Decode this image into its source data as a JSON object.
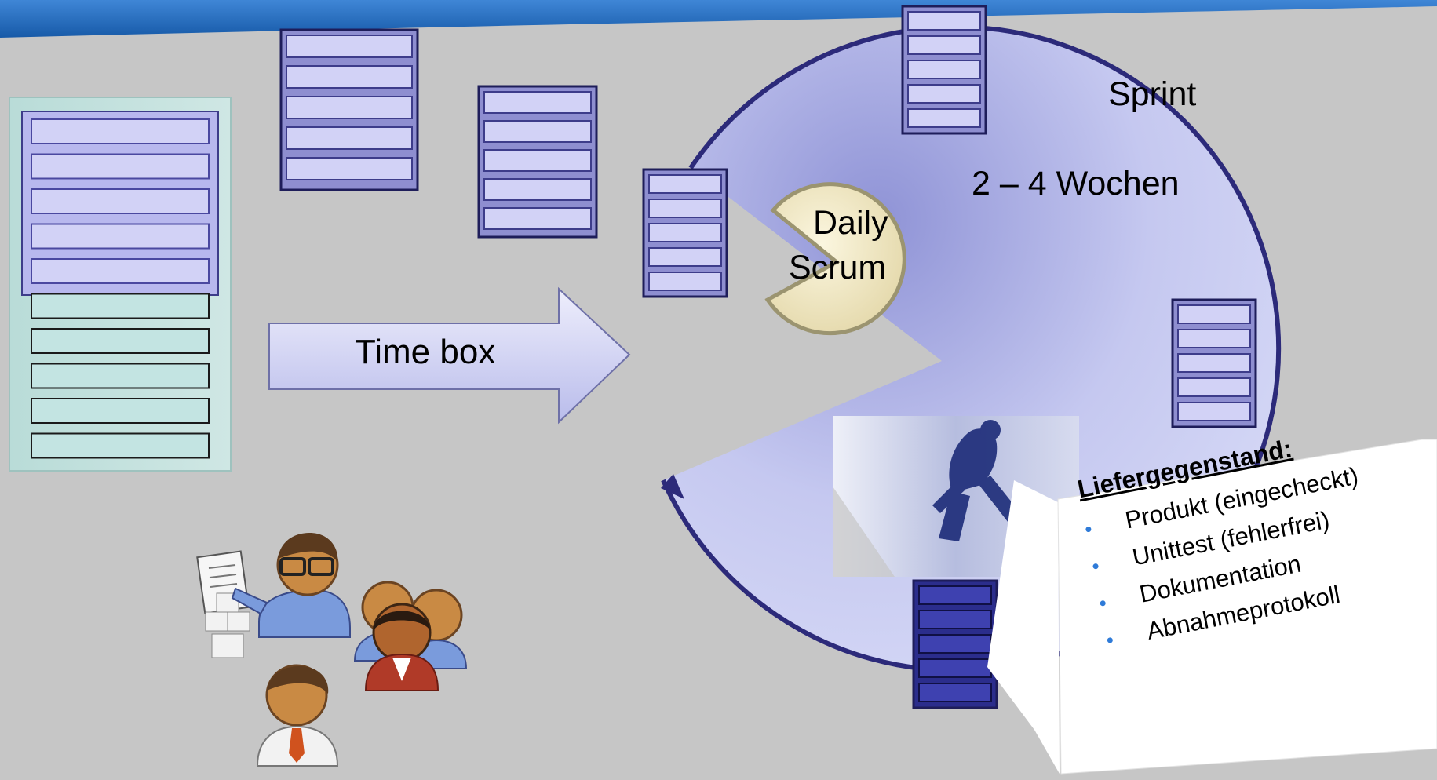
{
  "labels": {
    "sprint": "Sprint",
    "duration": "2 – 4 Wochen",
    "daily_scrum_line1": "Daily",
    "daily_scrum_line2": "Scrum",
    "time_box": "Time box"
  },
  "deliverable": {
    "heading": "Liefergegenstand:",
    "items": [
      "Produkt (eingecheckt)",
      "Unittest (fehlerfrei)",
      "Dokumentation",
      "Abnahmeprotokoll"
    ]
  },
  "backlog": {
    "planned_items": 5,
    "remaining_items": 5
  },
  "colors": {
    "background": "#c6c6c6",
    "header_band": "#1f64b8",
    "cycle_fill": "#c9ccf2",
    "cycle_outline": "#2c2a7a",
    "task_fill": "#c8c8f4",
    "task_border": "#2c2a7a",
    "remaining_fill": "#c3e4e2",
    "daily_scrum_fill": "#f4ecc8",
    "bullet": "#2f7bd8"
  },
  "icons": [
    "product-owner-icon",
    "scrum-team-icon",
    "scrum-master-icon",
    "runner-image"
  ]
}
